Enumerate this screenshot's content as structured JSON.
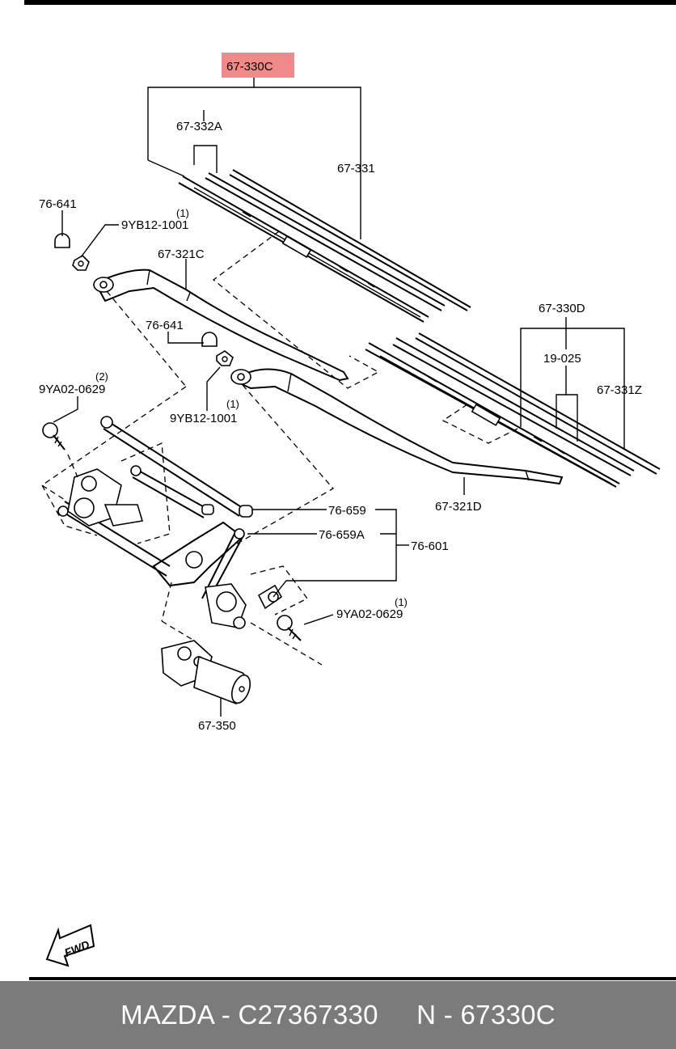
{
  "labels": {
    "p67330C": "67-330C",
    "p67332A": "67-332A",
    "p67331": "67-331",
    "p76641a": "76-641",
    "p76641b": "76-641",
    "p9YB12_1001a": "9YB12-1001",
    "p9YB12_1001a_qty": "(1)",
    "p9YB12_1001b": "9YB12-1001",
    "p9YB12_1001b_qty": "(1)",
    "p67321C": "67-321C",
    "p67330D": "67-330D",
    "p19025": "19-025",
    "p67331Z": "67-331Z",
    "p9YA02_0629a": "9YA02-0629",
    "p9YA02_0629a_qty": "(2)",
    "p67321D": "67-321D",
    "p76659": "76-659",
    "p76659A": "76-659A",
    "p76601": "76-601",
    "p9YA02_0629b": "9YA02-0629",
    "p9YA02_0629b_qty": "(1)",
    "p67350": "67-350",
    "fwd": "FWD"
  },
  "highlight_color": "#f08a8a",
  "footer": {
    "text": "MAZDA - C27367330     N - 67330C",
    "background": "#7b7b7b"
  },
  "top_bar_color": "#000000"
}
